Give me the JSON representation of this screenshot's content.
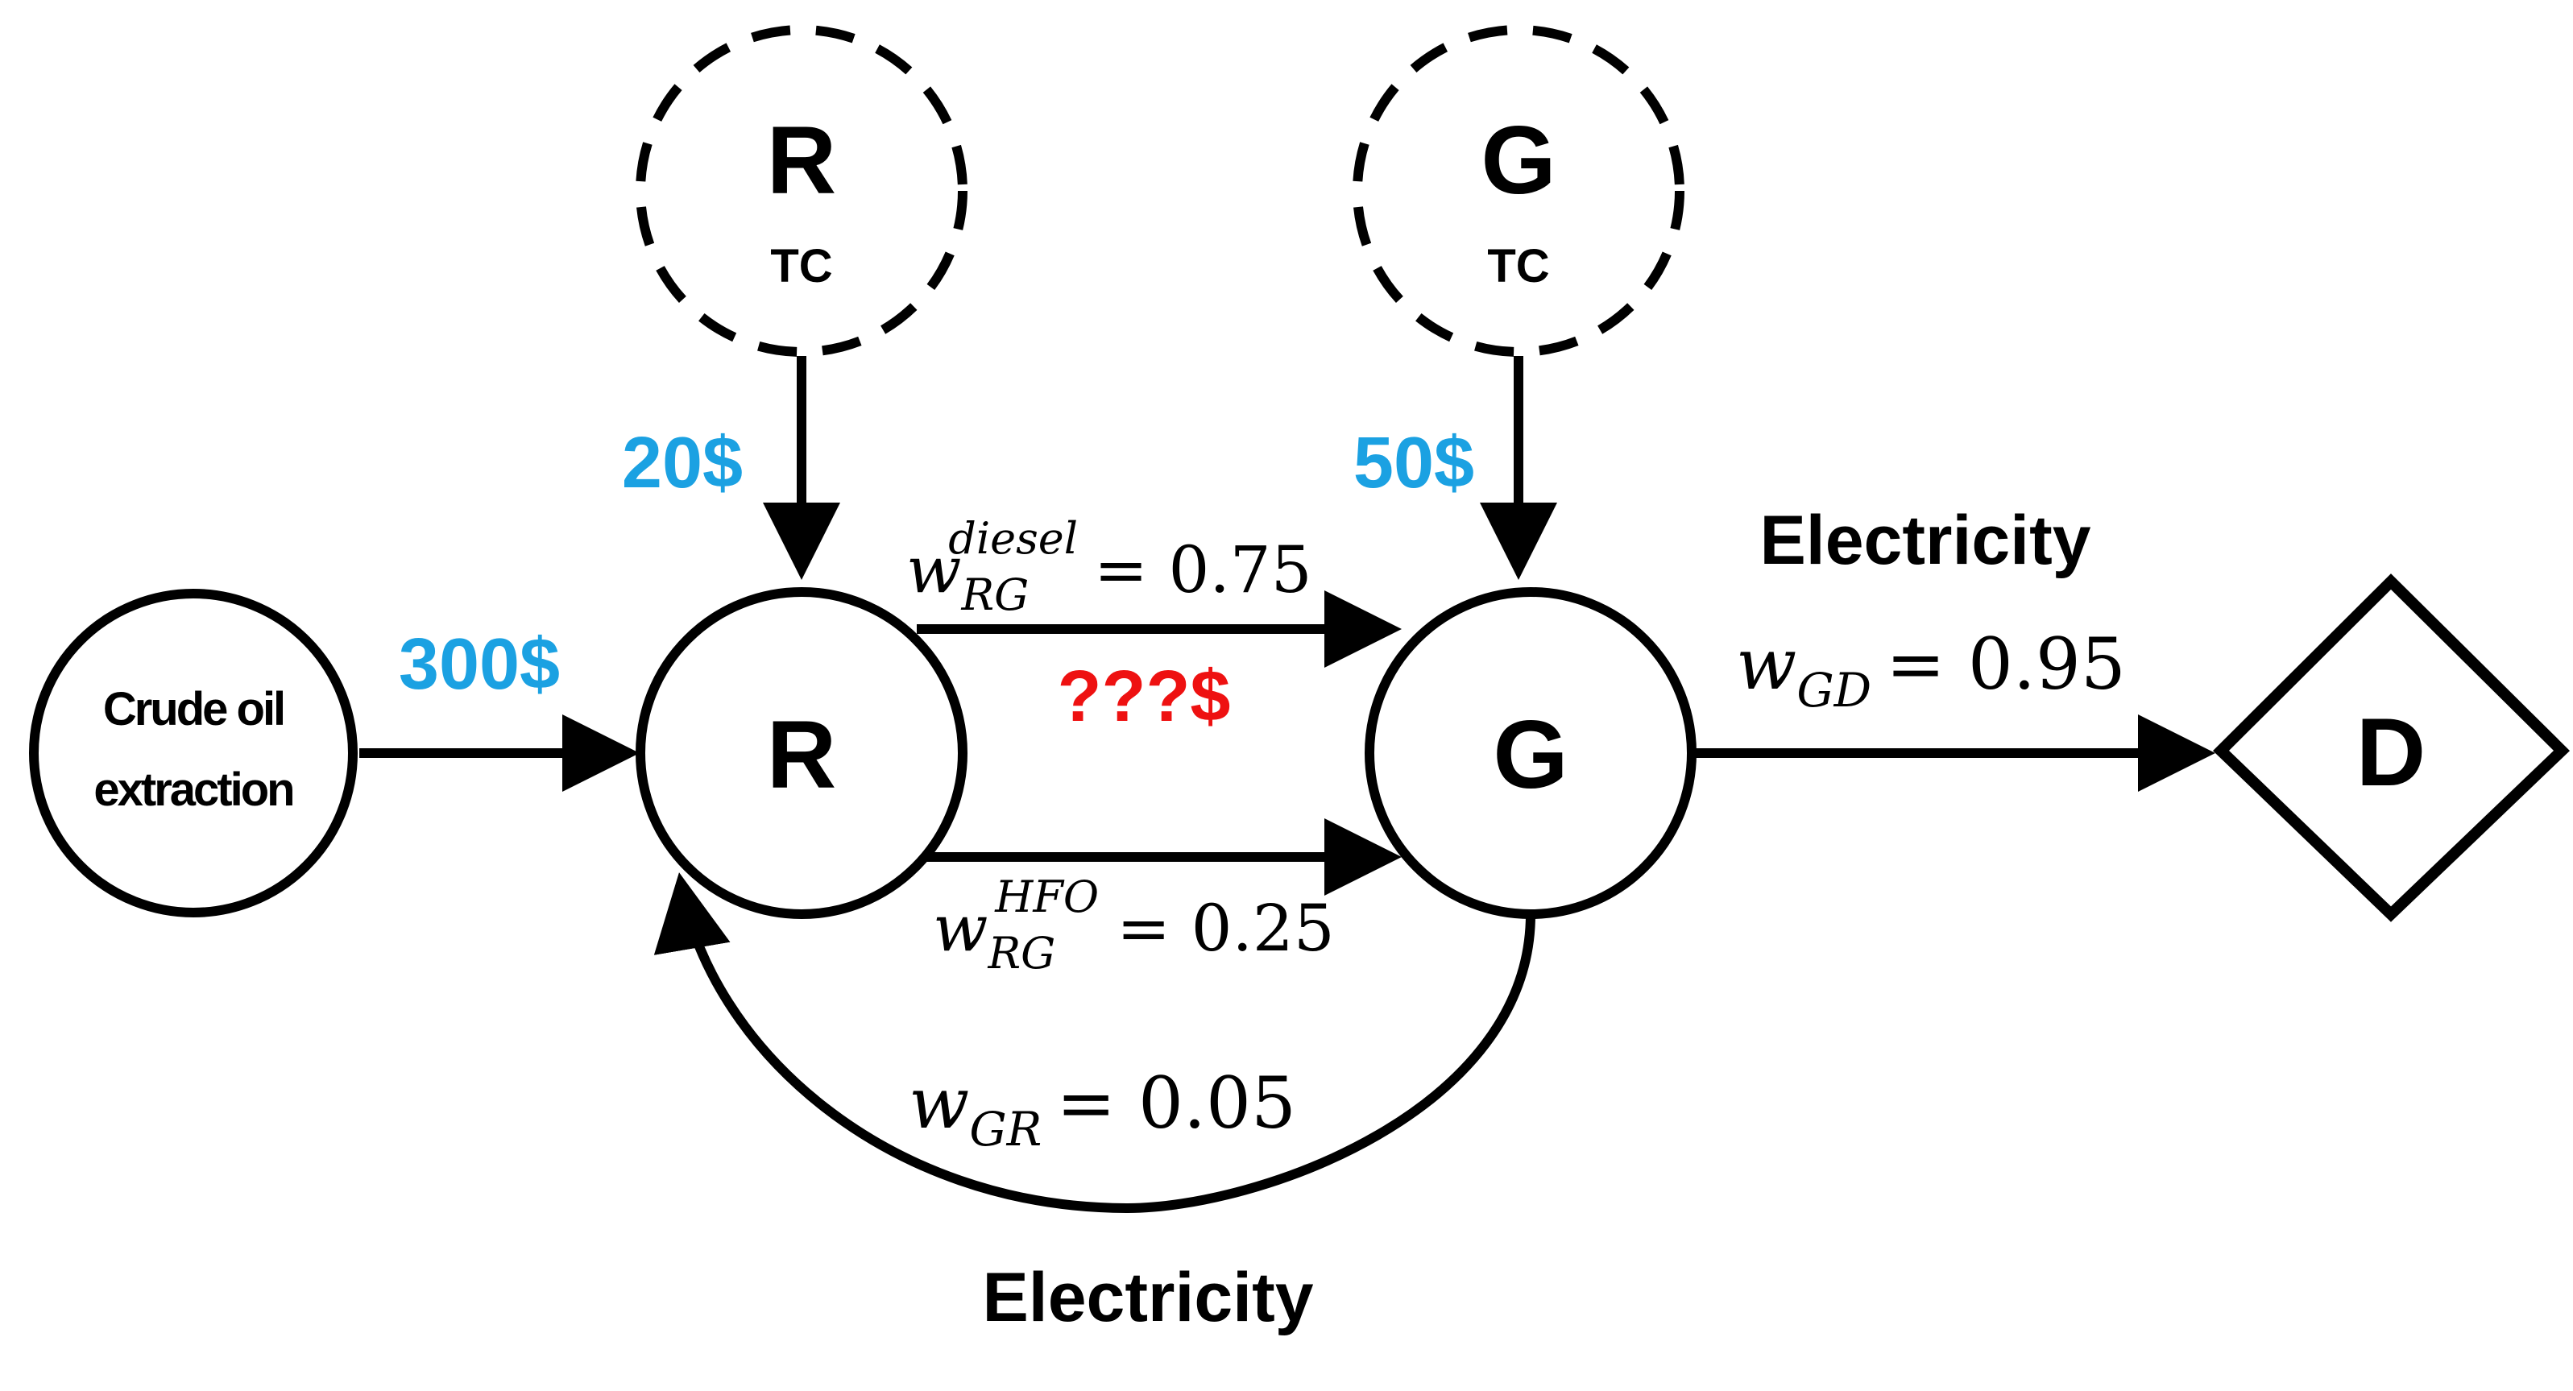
{
  "nodes": {
    "crude": {
      "line1": "Crude oil",
      "line2": "extraction"
    },
    "r_tc": {
      "label": "R",
      "sub": "TC"
    },
    "g_tc": {
      "label": "G",
      "sub": "TC"
    },
    "r": {
      "label": "R"
    },
    "g": {
      "label": "G"
    },
    "d": {
      "label": "D"
    }
  },
  "costs": {
    "crude_to_r": "300$",
    "rtc_to_r": "20$",
    "gtc_to_g": "50$",
    "r_to_g_unknown": "???$"
  },
  "colors": {
    "cost_known": "#1ba1e2",
    "cost_unknown": "#ee1111",
    "stroke": "#000000"
  },
  "weights": {
    "diesel": {
      "base": "w",
      "sub": "RG",
      "sup": "diesel",
      "value": "= 0.75"
    },
    "hfo": {
      "base": "w",
      "sub": "RG",
      "sup": "HFO",
      "value": "= 0.25"
    },
    "gr": {
      "base": "w",
      "sub": "GR",
      "value": "= 0.05"
    },
    "gd": {
      "base": "w",
      "sub": "GD",
      "value": "= 0.95"
    }
  },
  "edge_labels": {
    "gd": "Electricity",
    "gr": "Electricity"
  }
}
